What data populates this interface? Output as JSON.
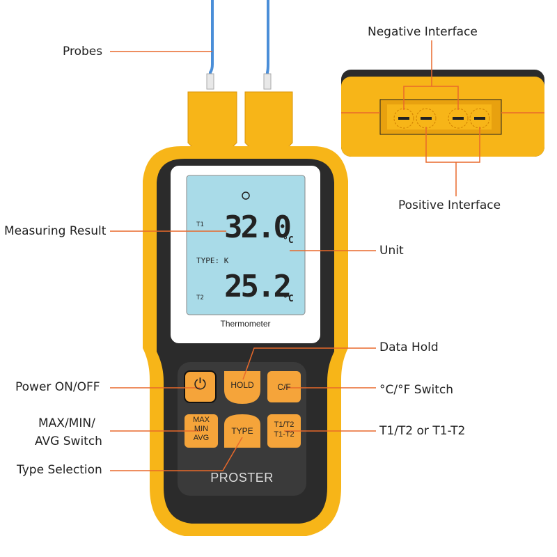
{
  "device": {
    "brand": "PROSTER",
    "screen_label": "Thermometer",
    "display": {
      "t1_label": "T1",
      "t1_value": "32.0",
      "t2_label": "T2",
      "t2_value": "25.2",
      "unit": "°C",
      "type_text": "TYPE: K"
    },
    "buttons": {
      "power_glyph": "⏻",
      "hold": "HOLD",
      "cf": "C/F",
      "maxminavg": [
        "MAX",
        "MIN",
        "AVG"
      ],
      "type": "TYPE",
      "t1t2": [
        "T1/T2",
        "T1-T2"
      ]
    }
  },
  "callouts": {
    "probes": "Probes",
    "measuring_result": "Measuring Result",
    "unit": "Unit",
    "data_hold": "Data Hold",
    "power": "Power ON/OFF",
    "cf_switch": "°C/°F Switch",
    "maxminavg_line1": "MAX/MIN/",
    "maxminavg_line2": "AVG Switch",
    "t1t2": "T1/T2 or T1-T2",
    "type_selection": "Type Selection",
    "negative_interface": "Negative Interface",
    "positive_interface": "Positive Interface"
  },
  "colors": {
    "yellow": "#f7b518",
    "orange_button": "#f5a43a",
    "callout_line": "#e8692b",
    "lcd": "#a9dbe8",
    "body_dark": "#2b2b2b"
  }
}
